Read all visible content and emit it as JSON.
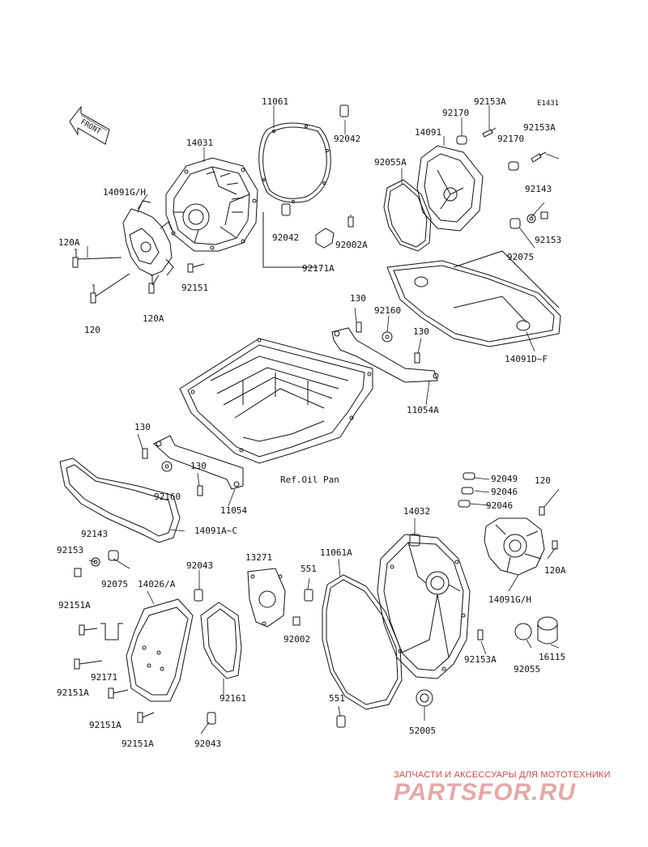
{
  "diagram_code": "E1431",
  "front_label": "FRONT",
  "ref_label": "Ref.Oil Pan",
  "watermark": {
    "tagline": "ЗАПЧАСТИ И АКСЕССУАРЫ ДЛЯ МОТОТЕХНИКИ",
    "logo": "PARTSFOR.RU"
  },
  "parts": {
    "p11061_top": "11061",
    "p14031": "14031",
    "p92042_a": "92042",
    "p14091gh_l": "14091G/H",
    "p92042_b": "92042",
    "p92002a_a": "92002A",
    "p92171a": "92171A",
    "p120a_1": "120A",
    "p120_1": "120",
    "p120a_2": "120A",
    "p92151_top": "92151",
    "p92170_a": "92170",
    "p92153a_1": "92153A",
    "p14091": "14091",
    "p92153a_2": "92153A",
    "p92170_b": "92170",
    "p92055a": "92055A",
    "p92143_a": "92143",
    "p92153_a": "92153",
    "p92075_a": "92075",
    "p130_1": "130",
    "p92160_a": "92160",
    "p130_2": "130",
    "p14091df": "14091D~F",
    "p11054a": "11054A",
    "p130_3": "130",
    "p130_4": "130",
    "p92160_b": "92160",
    "p11054": "11054",
    "p14091ac": "14091A~C",
    "p92049": "92049",
    "p120_2": "120",
    "p92046_a": "92046",
    "p14032": "14032",
    "p92046_b": "92046",
    "p92143_b": "92143",
    "p92153_b": "92153",
    "p92075_b": "92075",
    "p13271": "13271",
    "p11061a": "11061A",
    "p92043_a": "92043",
    "p551_a": "551",
    "p14026a": "14026/A",
    "p120a_3": "120A",
    "p92151a_1": "92151A",
    "p92002_a": "92002",
    "p14091gh_r": "14091G/H",
    "p92171": "92171",
    "p16115": "16115",
    "p92153a_3": "92153A",
    "p92055": "92055",
    "p92161": "92161",
    "p92151a_2": "92151A",
    "p551_b": "551",
    "p92151a_3": "92151A",
    "p52005": "52005",
    "p92151a_4": "92151A",
    "p92043_b": "92043"
  }
}
